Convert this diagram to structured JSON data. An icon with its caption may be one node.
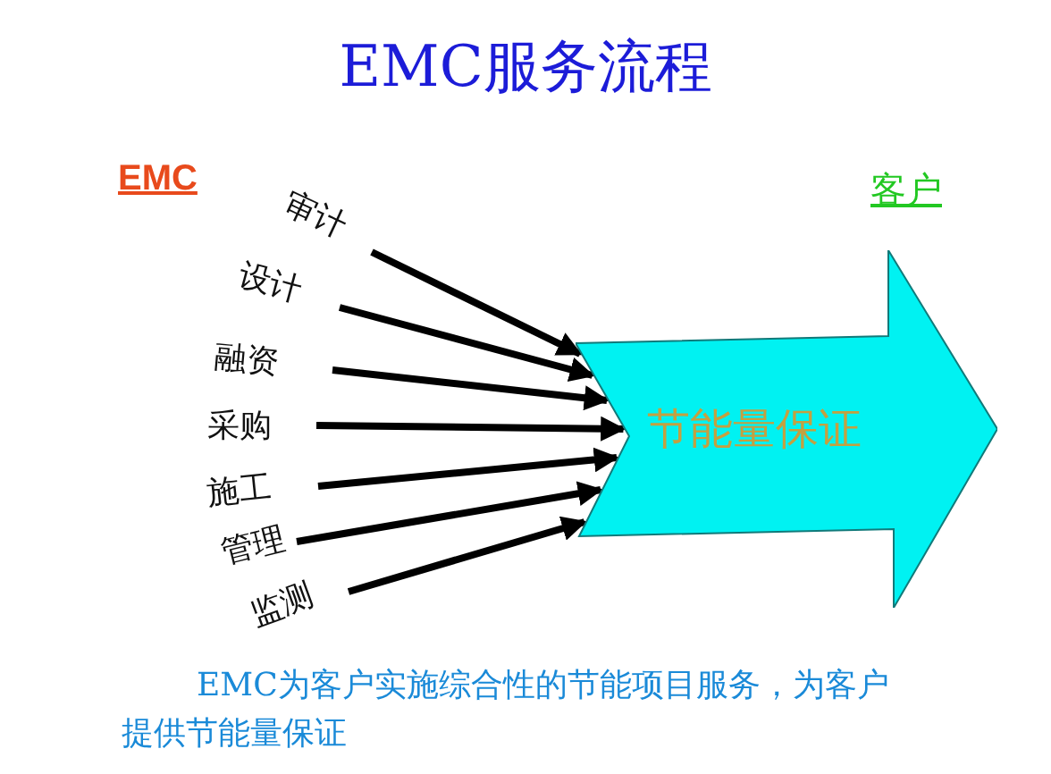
{
  "diagram": {
    "title": "EMC服务流程",
    "caption": "EMC为客户实施综合性的节能项目服务，为客户提供节能量保证",
    "nodes": [
      {
        "text": [
          "审计"
        ]
      },
      {
        "text": [
          "设计"
        ]
      },
      {
        "text": [
          "融资"
        ]
      },
      {
        "text": [
          "采购"
        ]
      },
      {
        "text": [
          "施工"
        ]
      },
      {
        "text": [
          "管理"
        ]
      },
      {
        "text": [
          "监测"
        ]
      },
      {
        "text": [
          "节能量保证"
        ]
      }
    ],
    "edges": [
      {
        "from": 0,
        "to": 7,
        "arrow": "to"
      },
      {
        "from": 1,
        "to": 7,
        "arrow": "to"
      },
      {
        "from": 2,
        "to": 7,
        "arrow": "to"
      },
      {
        "from": 3,
        "to": 7,
        "arrow": "to"
      },
      {
        "from": 4,
        "to": 7,
        "arrow": "to"
      },
      {
        "from": 5,
        "to": 7,
        "arrow": "to"
      },
      {
        "from": 6,
        "to": 7,
        "arrow": "to"
      }
    ],
    "labels": [
      "EMC",
      "客户"
    ]
  }
}
